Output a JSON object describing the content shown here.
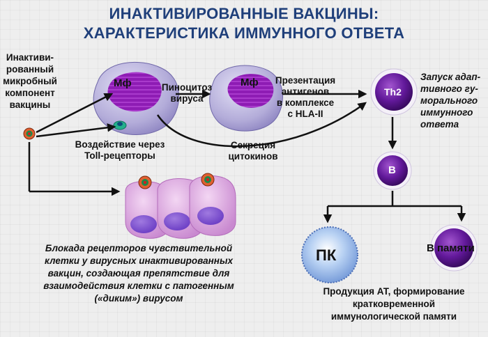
{
  "title": {
    "line1": "ИНАКТИВИРОВАННЫЕ ВАКЦИНЫ:",
    "line2": "ХАРАКТЕРИСТИКА ИММУННОГО ОТВЕТА"
  },
  "labels": {
    "vaccine_component": [
      "Инактиви-",
      "рованный",
      "микробный",
      "компонент",
      "вакцины"
    ],
    "macrophage_1": "Мф",
    "macrophage_2": "Мф",
    "pinocytosis": [
      "Пиноцитоз",
      "вируса"
    ],
    "presentation": [
      "Презентация",
      "антигенов",
      "в комплексе",
      "с HLA-II"
    ],
    "th2": "Th2",
    "humoral_launch": [
      "Запуск адап-",
      "тивного гу-",
      "морального",
      "иммунного",
      "ответа"
    ],
    "toll": [
      "Воздействие через",
      "Toll-рецепторы"
    ],
    "cytokines": [
      "Секреция",
      "цитокинов"
    ],
    "b_cell": "B",
    "plasma_cell": "ПК",
    "memory_cell": "В памяти",
    "blockade": [
      "Блокада рецепторов чувствительной",
      "клетки у вирусных инактивированных",
      "вакцин, создающая препятствие для",
      "взаимодействия клетки с патогенным",
      "(«диким») вирусом"
    ],
    "antibodies": [
      "Продукция АТ, формирование",
      "кратковременной",
      "иммунологической памяти"
    ]
  },
  "colors": {
    "title": "#1f3f7a",
    "cell_membrane": "#b9b4dd",
    "nucleus": "#8a1cb0",
    "lymphocyte": "#5a1a8c",
    "plasma_cell": "#8fb4e8"
  }
}
